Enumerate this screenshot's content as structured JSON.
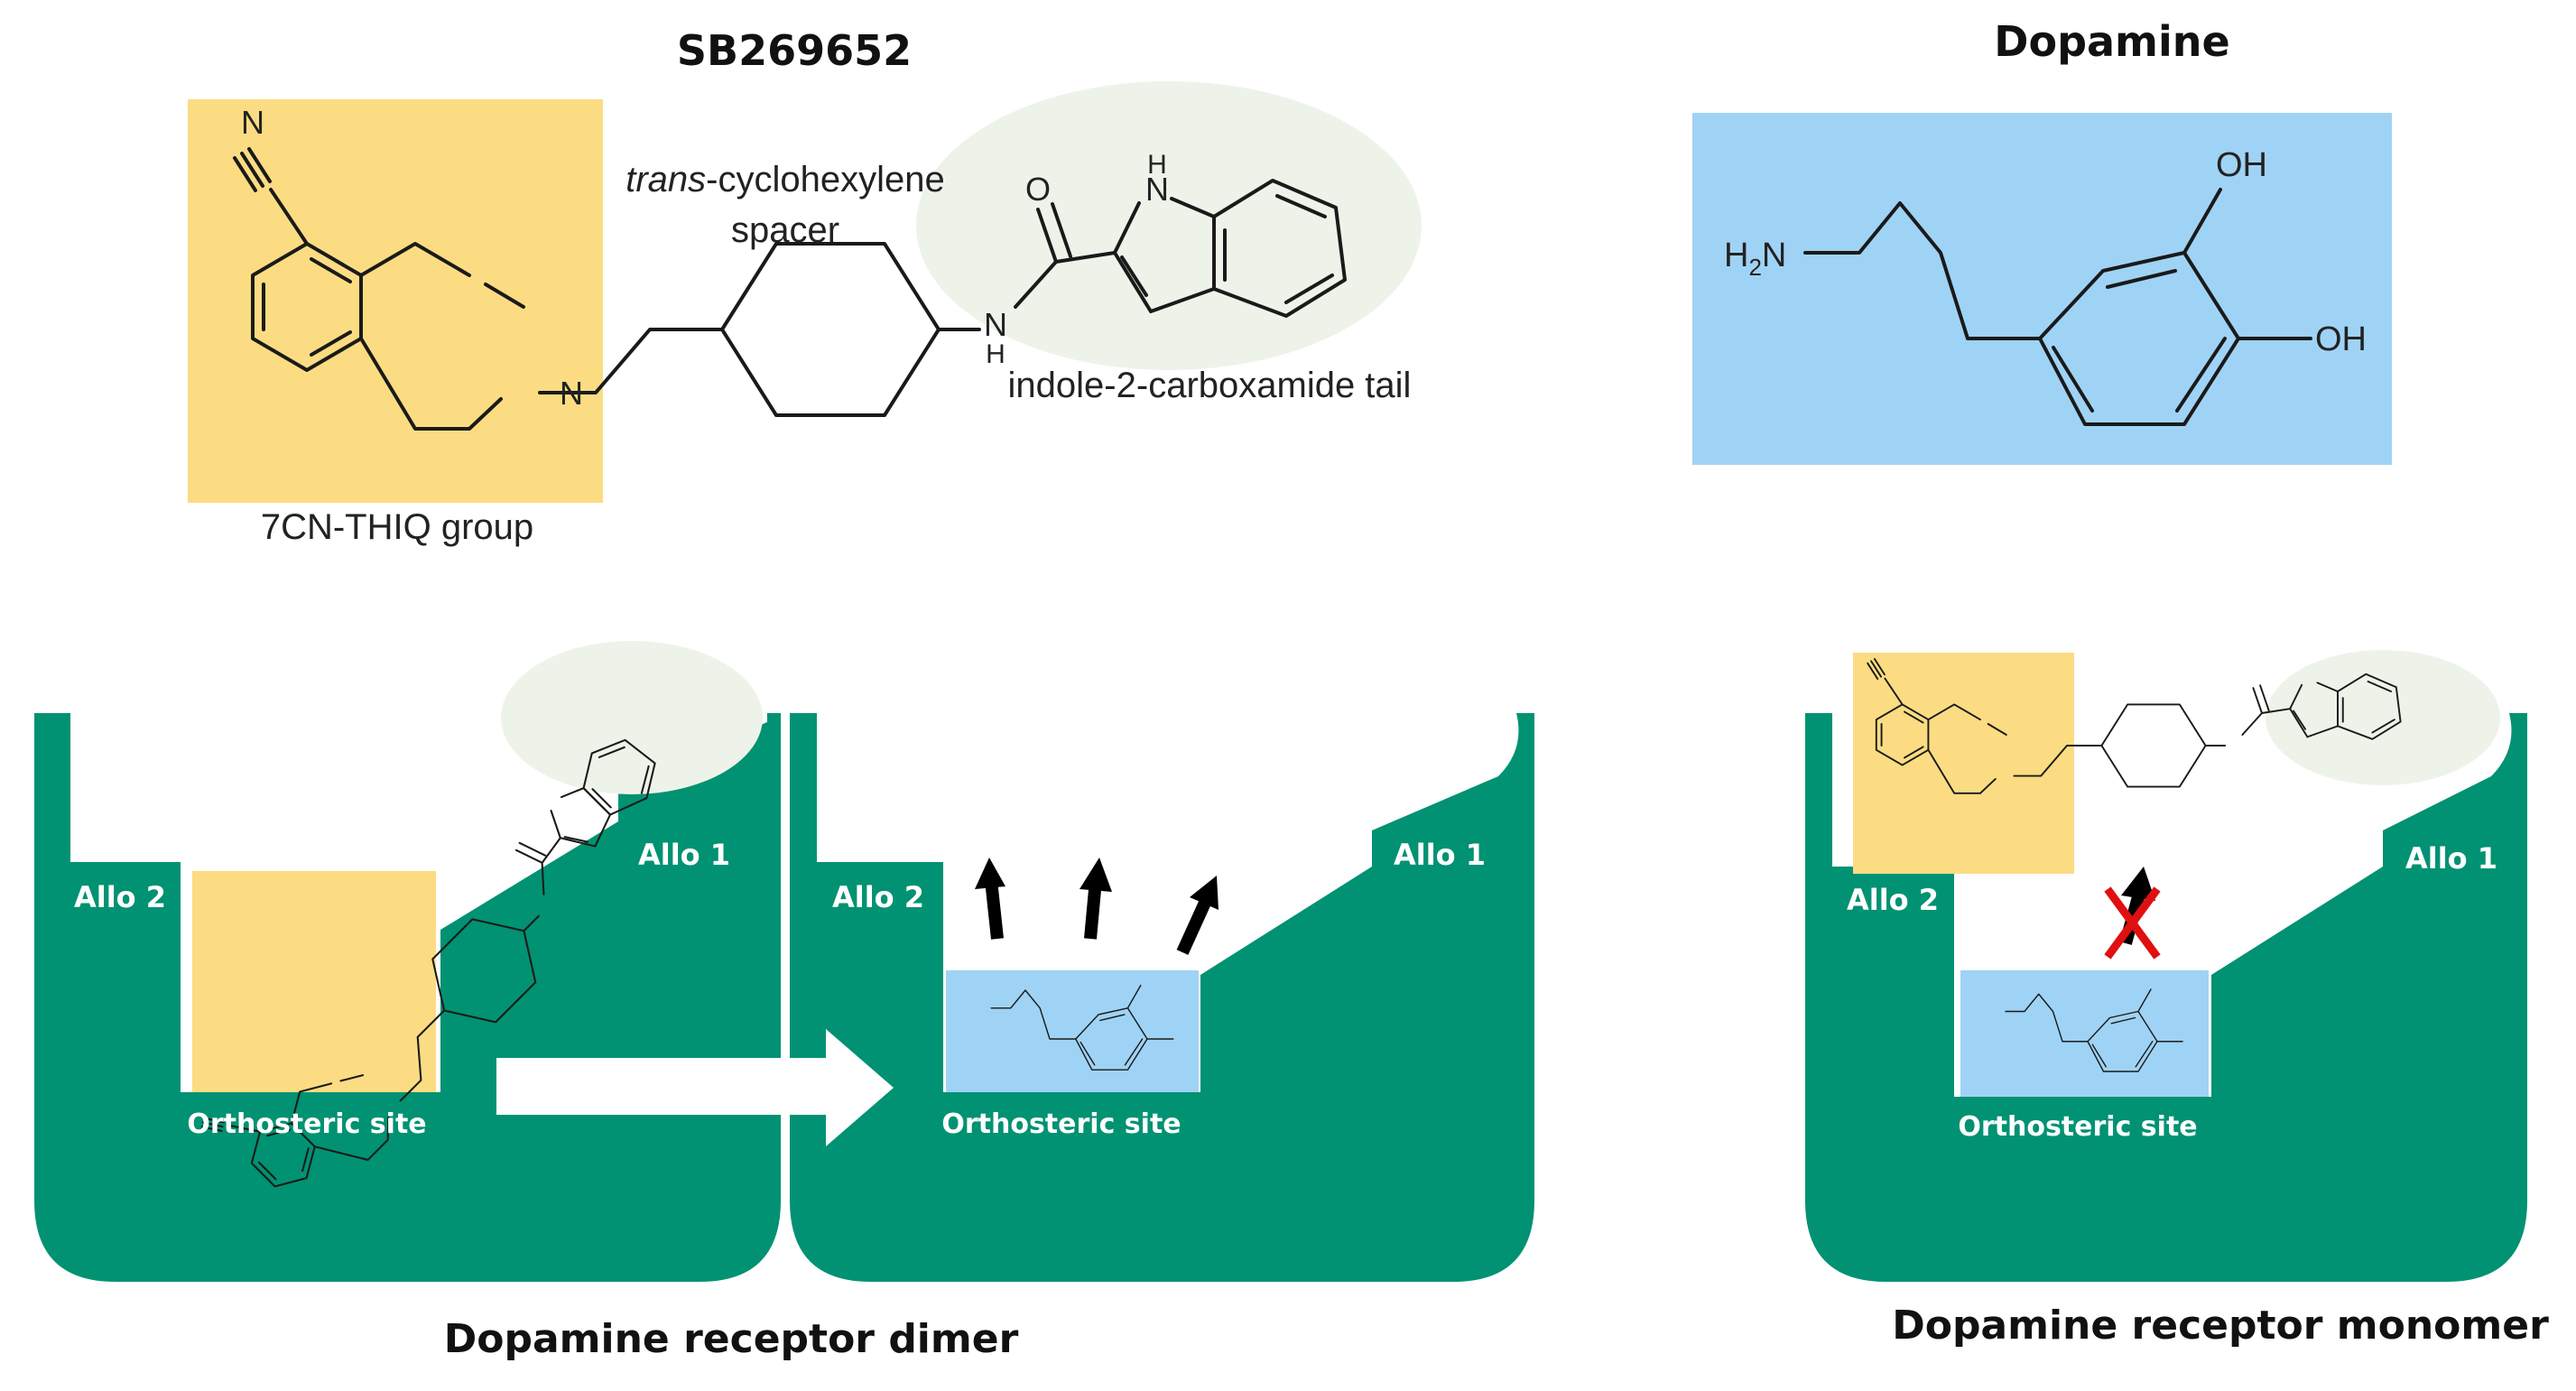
{
  "colors": {
    "receptor_green": "#009272",
    "thiq_yellow": "#fcdc82",
    "dopamine_blue": "#9fd3f5",
    "tail_green": "#eef3ea"
  },
  "top": {
    "sb_title": "SB269652",
    "dopamine_title": "Dopamine",
    "spacer_label_italic": "trans",
    "spacer_label_rest": "-cyclohexylene",
    "spacer_label_line2": "spacer",
    "tail_label": "indole-2-carboxamide tail",
    "thiq_label": "7CN-THIQ group",
    "atoms": {
      "n_nitrile": "N",
      "n_ring": "N",
      "n_amide": "N",
      "h_amide": "H",
      "o_amide": "O",
      "n_indole": "N",
      "h_indole": "H",
      "h2n": "H",
      "h2n_sub": "2",
      "h2n_n": "N",
      "oh_top": "OH",
      "oh_right": "OH"
    }
  },
  "dimer": {
    "allo1_left": "Allo 1",
    "allo2_left": "Allo 2",
    "allo1_right": "Allo 1",
    "allo2_right": "Allo 2",
    "ortho_left": "Orthosteric site",
    "ortho_right": "Orthosteric site",
    "caption": "Dopamine receptor dimer"
  },
  "monomer": {
    "allo1": "Allo 1",
    "allo2": "Allo 2",
    "ortho": "Orthosteric site",
    "caption": "Dopamine receptor monomer"
  }
}
